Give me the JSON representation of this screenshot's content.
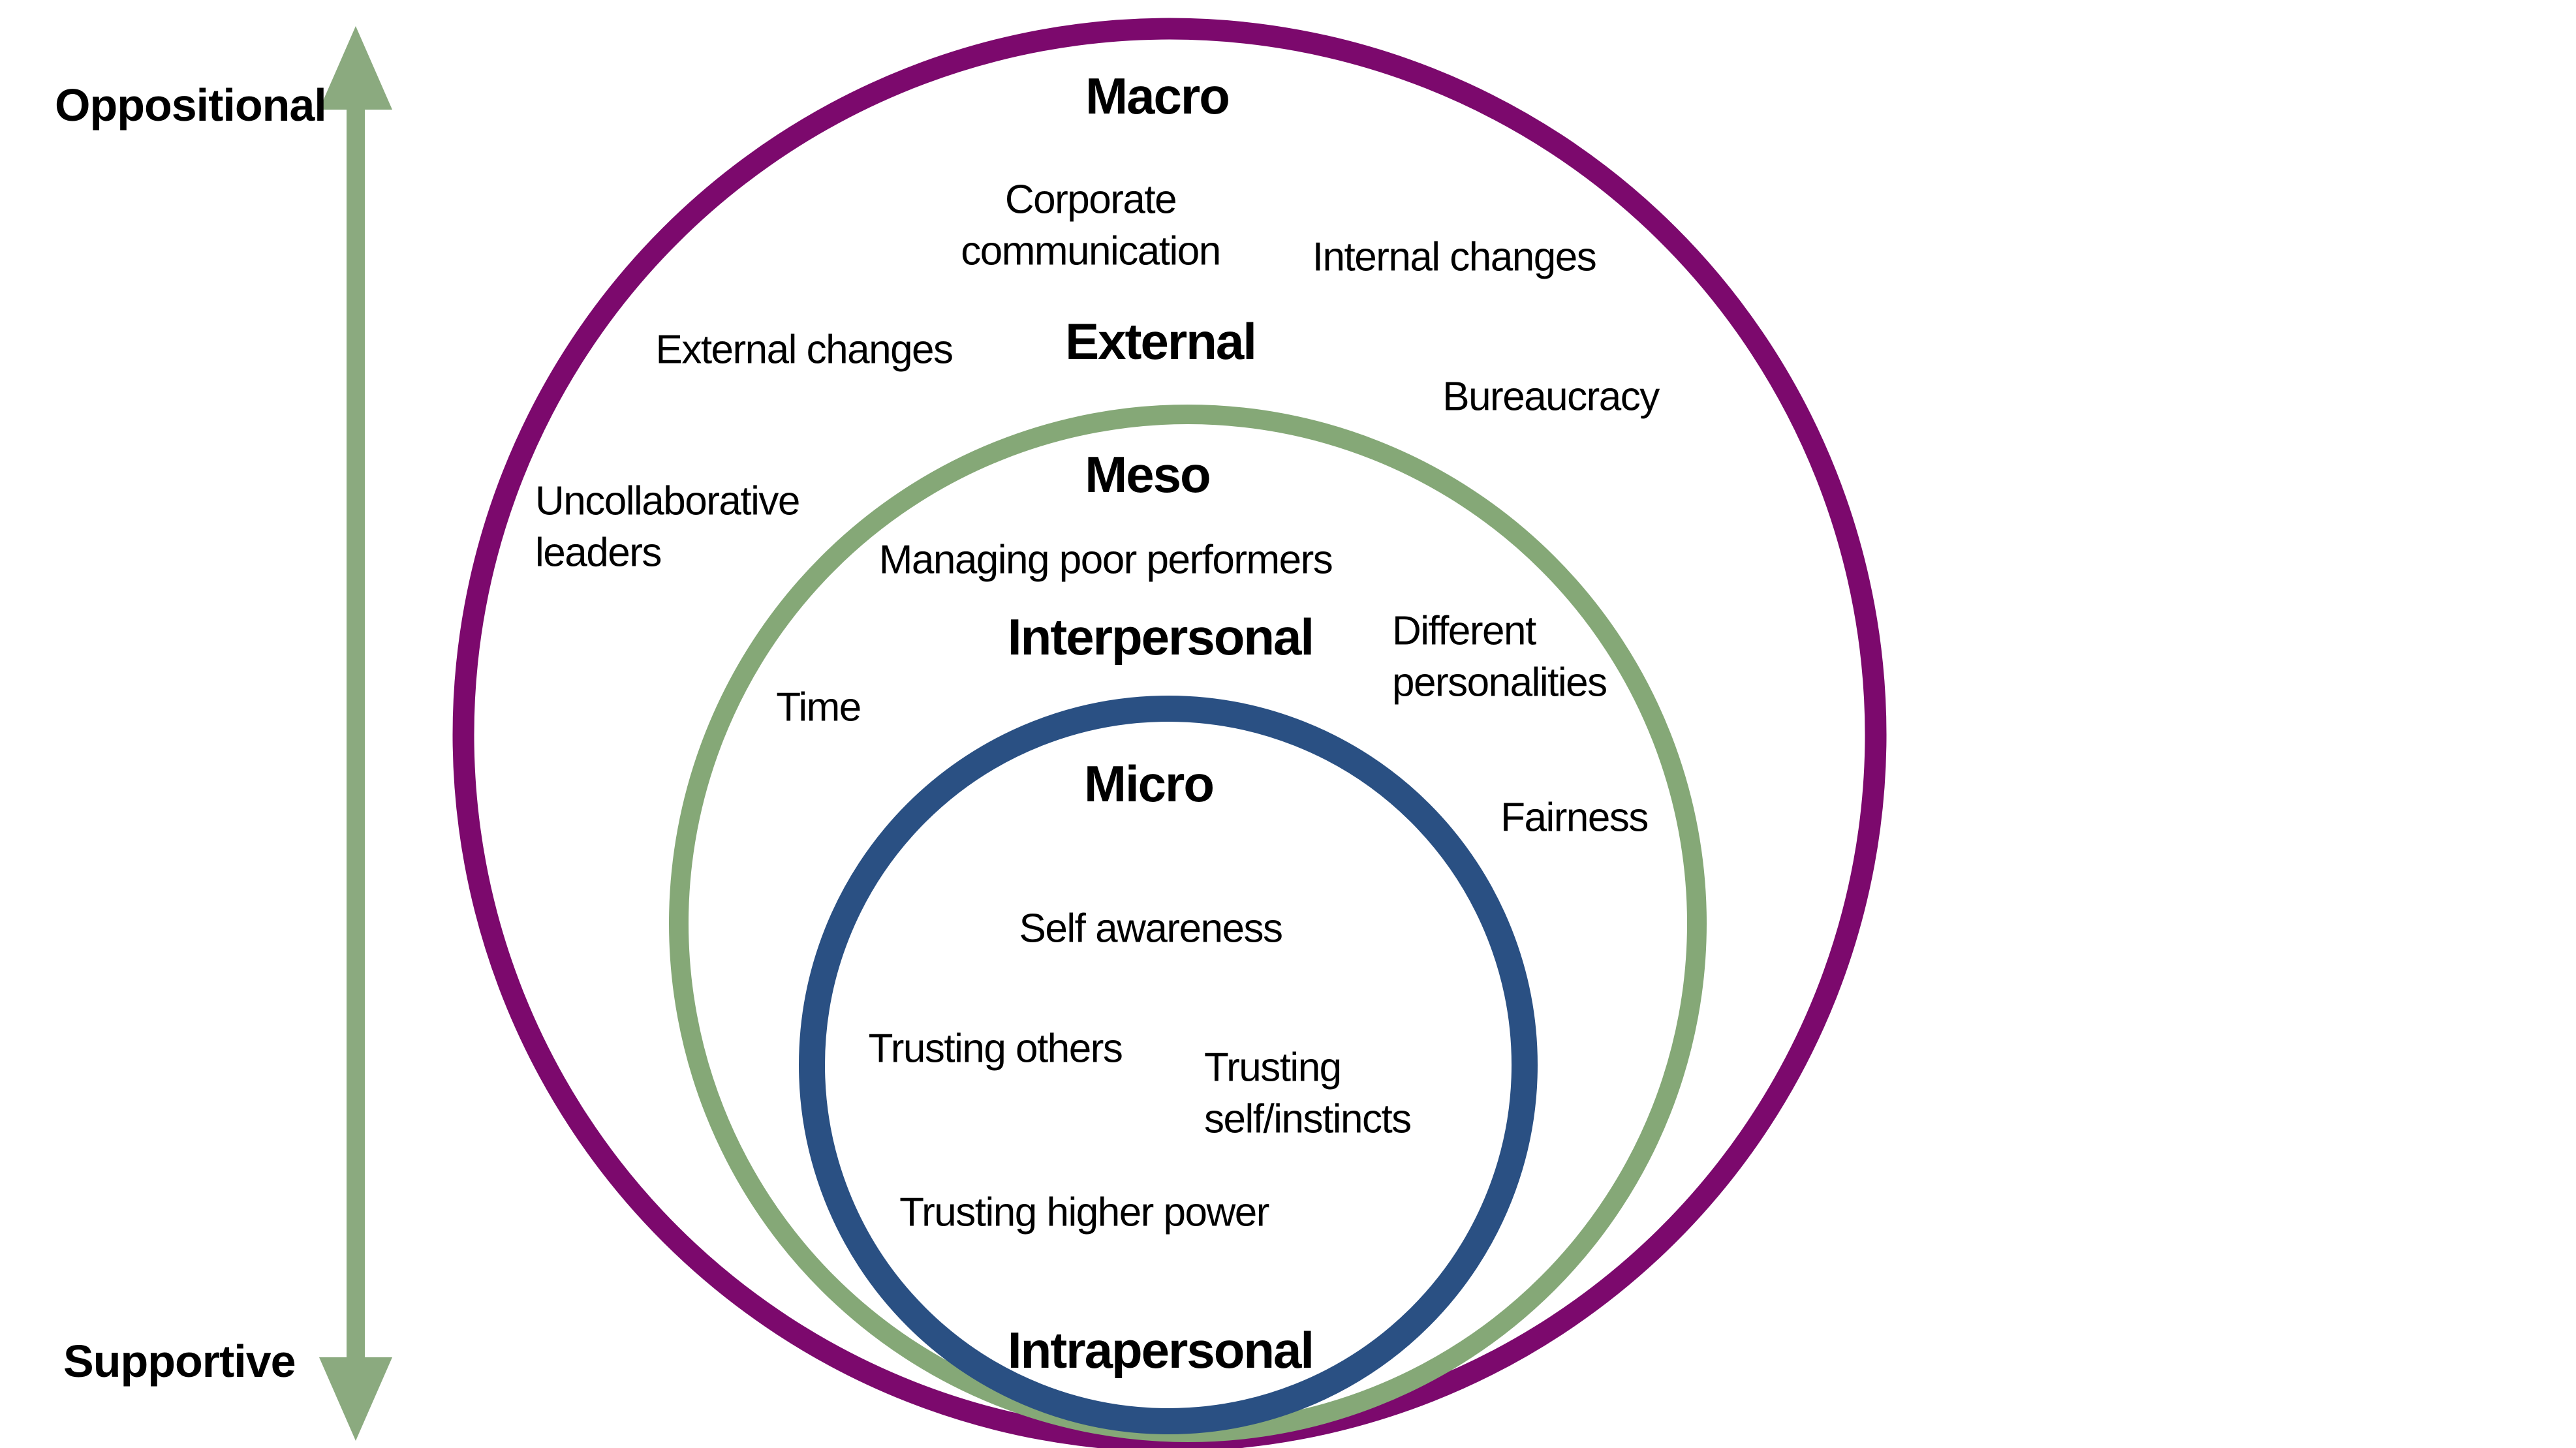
{
  "axis": {
    "top": "Oppositional",
    "bottom": "Supportive"
  },
  "rings": [
    {
      "id": "macro",
      "title": "Macro",
      "scope_label": "External",
      "items": [
        "Corporate communication",
        "Internal changes",
        "External changes",
        "Bureaucracy",
        "Uncollaborative leaders"
      ]
    },
    {
      "id": "meso",
      "title": "Meso",
      "scope_label": "Interpersonal",
      "items": [
        "Managing poor performers",
        "Different personalities",
        "Time",
        "Fairness"
      ]
    },
    {
      "id": "micro",
      "title": "Micro",
      "scope_label": "Intrapersonal",
      "items": [
        "Self awareness",
        "Trusting others",
        "Trusting self/instincts",
        "Trusting higher power"
      ]
    }
  ],
  "colors": {
    "outer_ring": "#7C096D",
    "middle_ring": "#85A877",
    "inner_ring": "#2A5083",
    "arrow": "#8BAA7F",
    "text": "#000000"
  }
}
